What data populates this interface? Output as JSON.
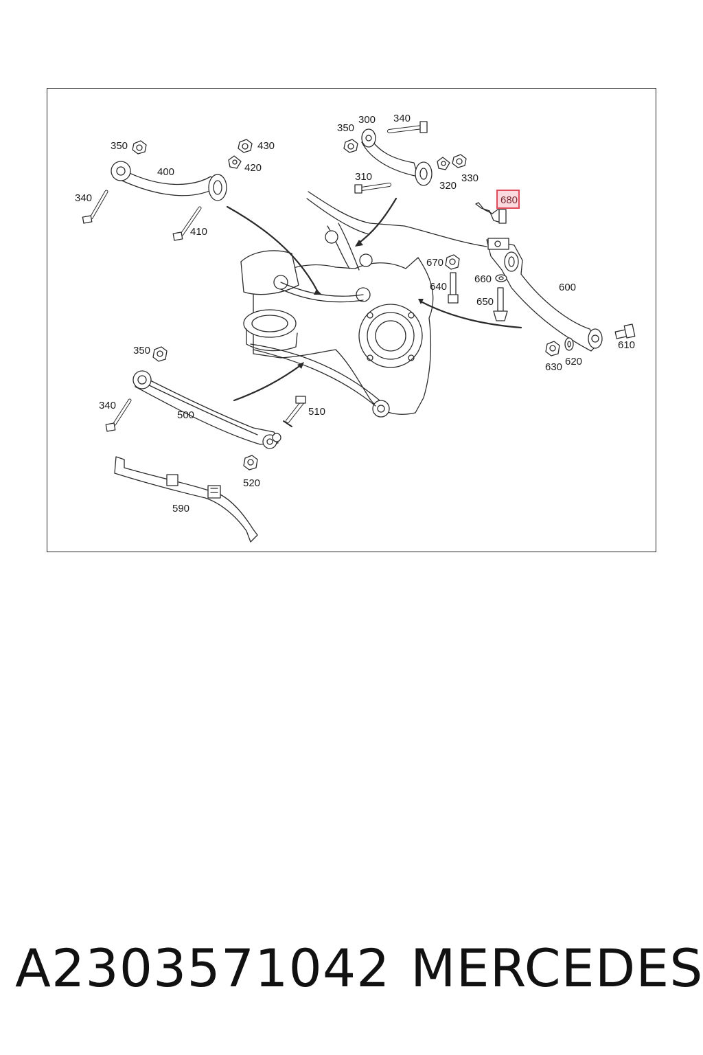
{
  "diagram": {
    "highlighted_part": "680",
    "callouts": [
      {
        "id": "c350a",
        "label": "350"
      },
      {
        "id": "c400",
        "label": "400"
      },
      {
        "id": "c340a",
        "label": "340"
      },
      {
        "id": "c410",
        "label": "410"
      },
      {
        "id": "c430",
        "label": "430"
      },
      {
        "id": "c420",
        "label": "420"
      },
      {
        "id": "c350b",
        "label": "350"
      },
      {
        "id": "c300",
        "label": "300"
      },
      {
        "id": "c340b",
        "label": "340"
      },
      {
        "id": "c310",
        "label": "310"
      },
      {
        "id": "c320",
        "label": "320"
      },
      {
        "id": "c330",
        "label": "330"
      },
      {
        "id": "c680",
        "label": "680"
      },
      {
        "id": "c670",
        "label": "670"
      },
      {
        "id": "c640",
        "label": "640"
      },
      {
        "id": "c660",
        "label": "660"
      },
      {
        "id": "c650",
        "label": "650"
      },
      {
        "id": "c600",
        "label": "600"
      },
      {
        "id": "c610",
        "label": "610"
      },
      {
        "id": "c620",
        "label": "620"
      },
      {
        "id": "c630",
        "label": "630"
      },
      {
        "id": "c350c",
        "label": "350"
      },
      {
        "id": "c340c",
        "label": "340"
      },
      {
        "id": "c500",
        "label": "500"
      },
      {
        "id": "c510",
        "label": "510"
      },
      {
        "id": "c520",
        "label": "520"
      },
      {
        "id": "c590",
        "label": "590"
      }
    ]
  },
  "caption": {
    "part_number": "A2303571042",
    "brand": "MERCEDES"
  },
  "colors": {
    "line": "#2a2a2a",
    "highlight_border": "#e04a5a",
    "highlight_fill": "#f096a0"
  }
}
